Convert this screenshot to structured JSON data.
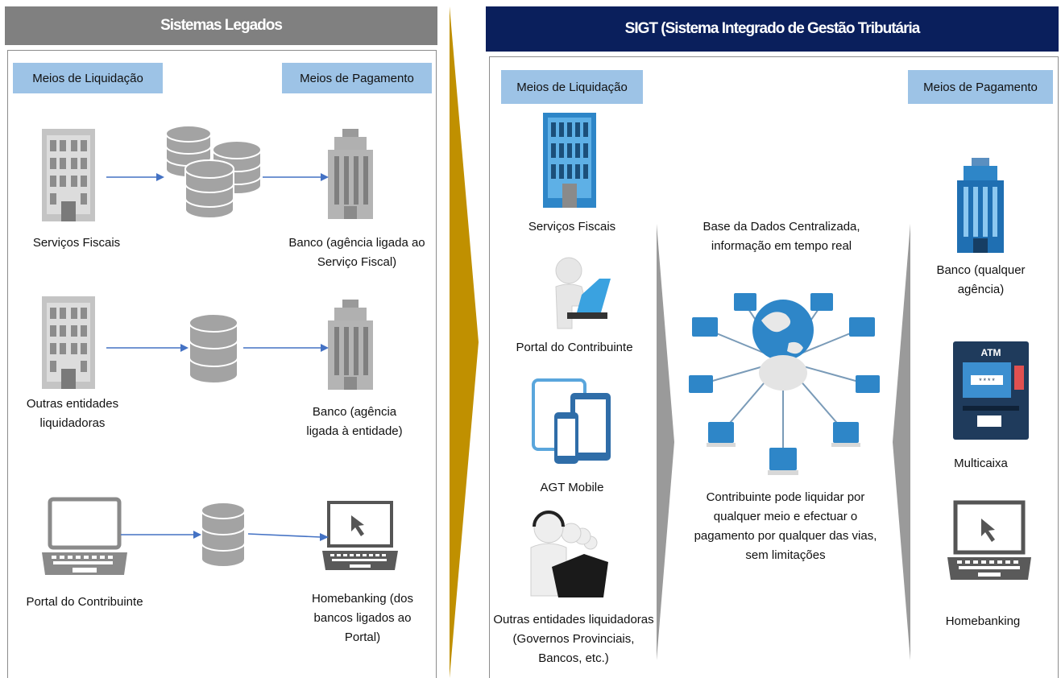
{
  "legacy": {
    "header": "Sistemas Legados",
    "tag_liquidacao": "Meios de Liquidação",
    "tag_pagamento": "Meios de Pagamento",
    "row1_left": "Serviços Fiscais",
    "row1_right": "Banco  (agência ligada ao Serviço Fiscal)",
    "row2_left": "Outras entidades liquidadoras",
    "row2_right": "Banco (agência ligada à entidade)",
    "row3_left": "Portal  do Contribuinte",
    "row3_right": "Homebanking (dos bancos ligados ao Portal)"
  },
  "sigt": {
    "header": "SIGT (Sistema Integrado de Gestão Tributária",
    "tag_liquidacao": "Meios de Liquidação",
    "tag_pagamento": "Meios de Pagamento",
    "left_items": [
      "Serviços Fiscais",
      "Portal do Contribuinte",
      "AGT Mobile",
      "Outras entidades liquidadoras (Governos Provinciais, Bancos, etc.)"
    ],
    "center_top": "Base da Dados Centralizada, informação em tempo real",
    "center_bottom": "Contribuinte  pode liquidar por qualquer meio e efectuar o pagamento por qualquer das vias, sem limitações",
    "right_items": [
      "Banco (qualquer agência)",
      "Multicaixa",
      "Homebanking"
    ],
    "atm_label": "ATM",
    "atm_pin": "****"
  },
  "colors": {
    "legacy_header": "#808080",
    "sigt_header": "#0a1f5c",
    "tag": "#9dc3e6",
    "separator": "#c09000",
    "arrow": "#4472c4",
    "gray_icon": "#9a9a9a",
    "blue_icon": "#2e86c8"
  }
}
